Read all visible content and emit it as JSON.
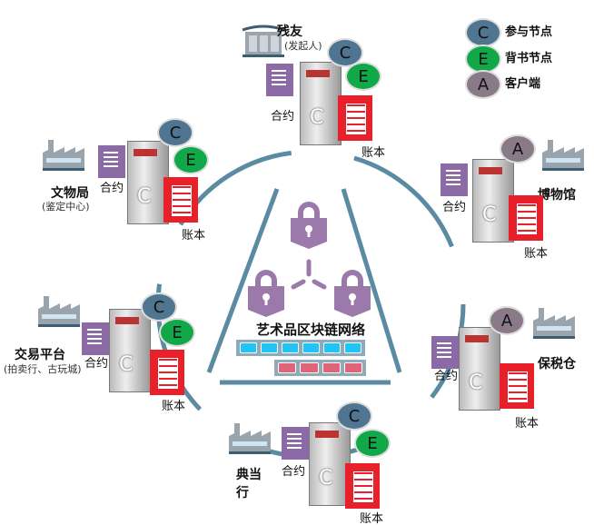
{
  "legend": [
    {
      "letter": "C",
      "label": "参与节点",
      "color": "#4f7591"
    },
    {
      "letter": "E",
      "label": "背书节点",
      "color": "#11a84a"
    },
    {
      "letter": "A",
      "label": "客户端",
      "color": "#8a7a88"
    }
  ],
  "center": {
    "title": "艺术品区块链网络",
    "lock_color": "#9b79ab",
    "row1_color": "#22c4f5",
    "row2_color": "#df6478"
  },
  "common": {
    "contract": "合约",
    "ledger": "账本",
    "server_letter": "C"
  },
  "nodes": [
    {
      "name": "残友",
      "sub": "(发起人)",
      "badges": [
        "C",
        "E"
      ],
      "icon": "building"
    },
    {
      "name": "文物局",
      "sub": "(鉴定中心)",
      "badges": [
        "C",
        "E"
      ],
      "icon": "factory"
    },
    {
      "name": "博物馆",
      "sub": "",
      "badges": [
        "A"
      ],
      "icon": "factory"
    },
    {
      "name": "交易平台",
      "sub": "(拍卖行、古玩城)",
      "badges": [
        "C",
        "E"
      ],
      "icon": "factory"
    },
    {
      "name": "保税仓",
      "sub": "",
      "badges": [
        "A"
      ],
      "icon": "factory"
    },
    {
      "name": "典当行",
      "sub": "",
      "badges": [
        "C",
        "E"
      ],
      "icon": "factory"
    }
  ]
}
